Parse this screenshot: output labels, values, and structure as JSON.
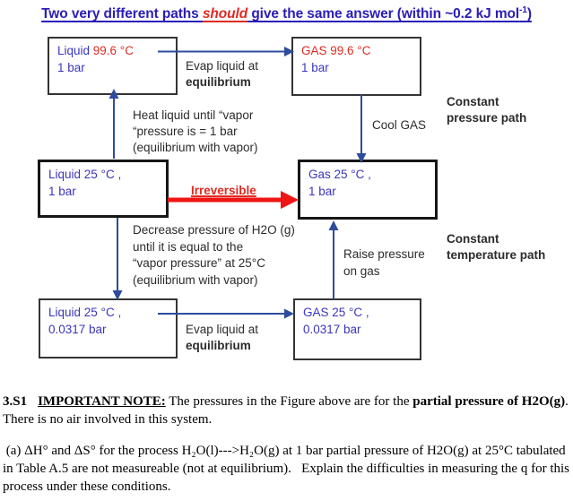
{
  "colors": {
    "title_blue": "#2a1db6",
    "text_blue": "#3b35be",
    "text_red": "#e02a22",
    "arrow_blue": "#2e4c9d",
    "arrow_red": "#ee1515",
    "text_black": "#2b2b2b",
    "border_dark": "#343434"
  },
  "title": {
    "part1": "Two very different paths ",
    "emphasis": "should",
    "part2": " give the same answer (within ~0.2 kJ mol",
    "sup": "-1",
    "part3": ")"
  },
  "diagram": {
    "boxes": [
      {
        "id": "liquid-hot",
        "label": "Liquid",
        "temp": " 99.6 °C",
        "pressure": "1 bar"
      },
      {
        "id": "gas-hot",
        "label": "GAS",
        "temp": " 99.6 °C",
        "pressure": "1 bar"
      },
      {
        "id": "liquid-25-1bar",
        "label": "Liquid",
        "temp": " 25 °C ,",
        "pressure": "1 bar"
      },
      {
        "id": "gas-25-1bar",
        "label": "Gas",
        "temp": " 25 °C ,",
        "pressure": "1 bar"
      },
      {
        "id": "liquid-25-low",
        "label": "Liquid",
        "temp": " 25 °C ,",
        "pressure": "0.0317 bar"
      },
      {
        "id": "gas-25-low",
        "label": "GAS",
        "temp": " 25 °C ,",
        "pressure": "0.0317 bar"
      }
    ],
    "labels": {
      "evap_top_1": "Evap liquid at",
      "evap_top_2": "equilibrium",
      "heat_1": "Heat liquid until “vapor",
      "heat_2": "“pressure is = 1 bar",
      "heat_3": "(equilibrium with vapor)",
      "cool": "Cool GAS",
      "constant_pressure_1": "Constant",
      "constant_pressure_2": "pressure path",
      "irreversible": "Irreversible",
      "decrease_1": "Decrease pressure of H2O (g)",
      "decrease_2": "until it is equal to the",
      "decrease_3": "“vapor pressure” at 25°C",
      "decrease_4": "(equilibrium with vapor)",
      "raise_1": "Raise pressure",
      "raise_2": "on gas",
      "constant_temp_1": "Constant",
      "constant_temp_2": "temperature path",
      "evap_bottom_1": "Evap liquid at",
      "evap_bottom_2": "equilibrium"
    }
  },
  "notes": {
    "number": "3.S1",
    "heading": "IMPORTANT NOTE:",
    "body_1": " The pressures in the Figure above are for the ",
    "bold_phrase": "partial pressure of H2O(g)",
    "body_2": ".  There is no air involved in this system.",
    "question": " (a) ΔH° and ΔS° for the process H₂O(l)--->H₂O(g) at 1 bar partial pressure of H2O(g) at 25°C tabulated in Table A.5 are not measureable (not at equilibrium).   Explain the difficulties in measuring the q for this process under these conditions."
  }
}
